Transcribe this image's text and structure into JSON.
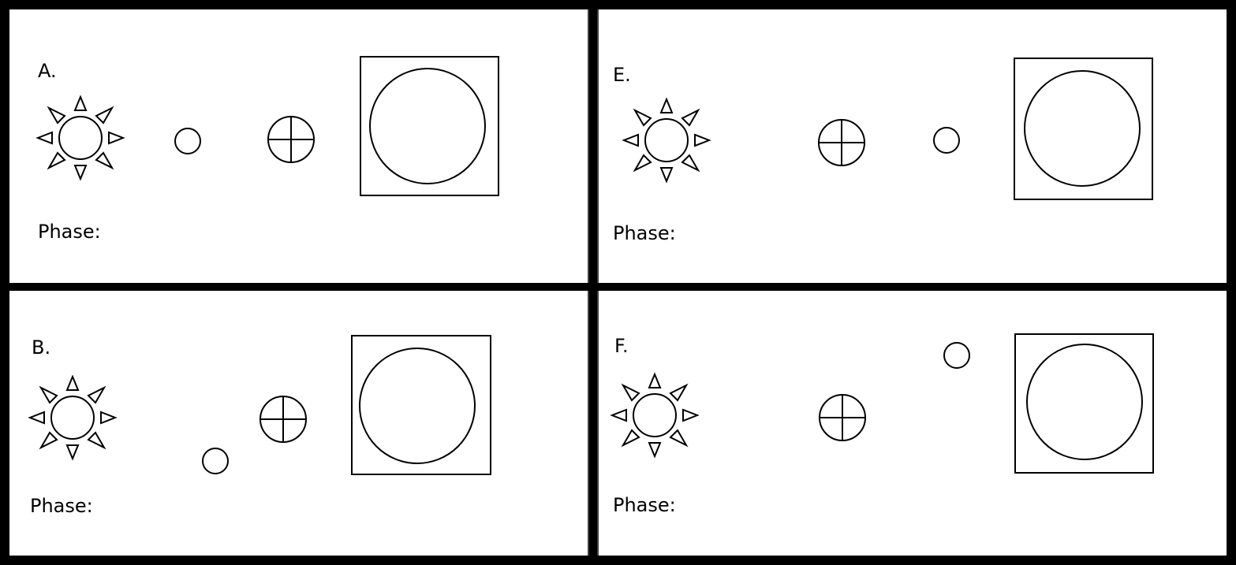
{
  "panels": [
    {
      "letter": "A.",
      "phase_label": "Phase:"
    },
    {
      "letter": "E.",
      "phase_label": "Phase:"
    },
    {
      "letter": "B.",
      "phase_label": "Phase:"
    },
    {
      "letter": "F.",
      "phase_label": "Phase:"
    }
  ],
  "colors": {
    "ink": "#000000",
    "paper": "#ffffff"
  },
  "icons": [
    "sun-icon",
    "moon-icon",
    "earth-icon",
    "moon-phase-window"
  ]
}
